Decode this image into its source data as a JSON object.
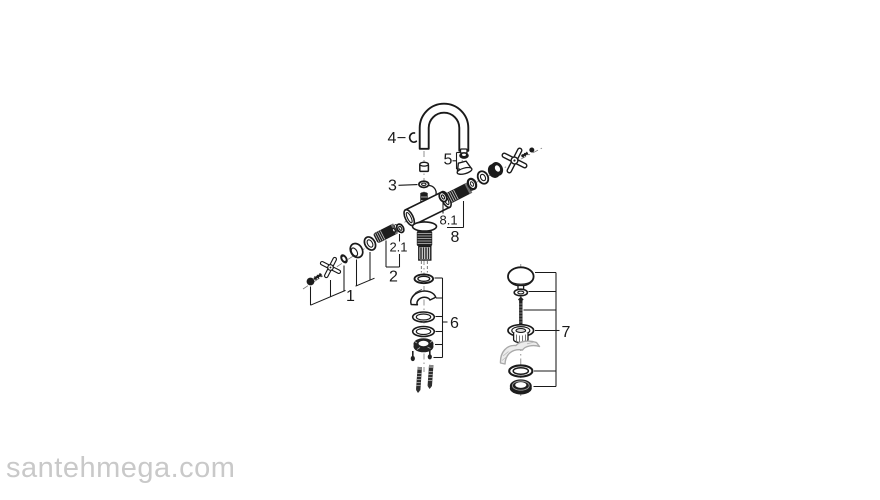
{
  "watermark": "santehmega.com",
  "diagram": {
    "title_hint": "exploded-parts-diagram-basin-mixer",
    "labels": {
      "l1": "1",
      "l2": "2",
      "l2_1": "2.1",
      "l3": "3",
      "l4": "4",
      "l5": "5",
      "l6": "6",
      "l7": "7",
      "l8": "8",
      "l8_1": "8.1"
    },
    "colors": {
      "line": "#1a1a1a",
      "dark_part": "#1d1d1d",
      "gray_part": "#a9a9a9",
      "watermark": "#c9c9c9"
    }
  }
}
